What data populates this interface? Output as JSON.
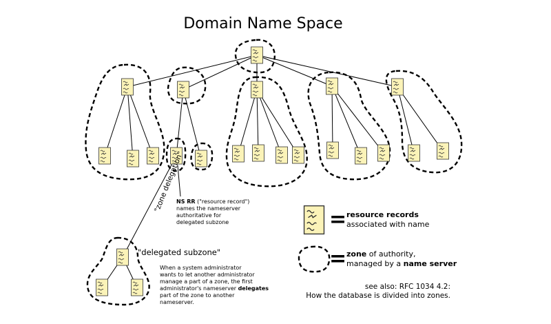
{
  "title": "Domain Name Space",
  "rr_annotation": {
    "bold_prefix": "NS RR",
    "line1_rest": " (\"resource record\")",
    "line2": "names the nameserver",
    "line3": "authoritative for",
    "line4": "delegated subzone"
  },
  "zone_delegation_label": "\"zone delegation\"",
  "delegated_subzone_label": "\"delegated subzone\"",
  "delegation_note": {
    "line1": "When a system administrator",
    "line2": "wants to let another administrator",
    "line3": "manage a part of a zone, the first",
    "line4_pre": "administrator's nameserver ",
    "line4_bold": "delegates",
    "line5": "part of the zone to another",
    "line6": "nameserver."
  },
  "legend": {
    "records_bold": "resource records",
    "records_rest": "associated with name",
    "zone_bold": "zone",
    "zone_rest": " of authority,",
    "zone_line2_pre": "managed by a ",
    "zone_line2_bold": "name server",
    "equals": "="
  },
  "see_also": {
    "line1": "see also: RFC 1034 4.2:",
    "line2": "How the database is divided into zones."
  },
  "colors": {
    "record_fill": "#fbf3b8",
    "record_stroke": "#333333",
    "zone_stroke": "#000000"
  },
  "icons": {
    "record": "resource-record-icon",
    "zone": "zone-outline-icon"
  }
}
